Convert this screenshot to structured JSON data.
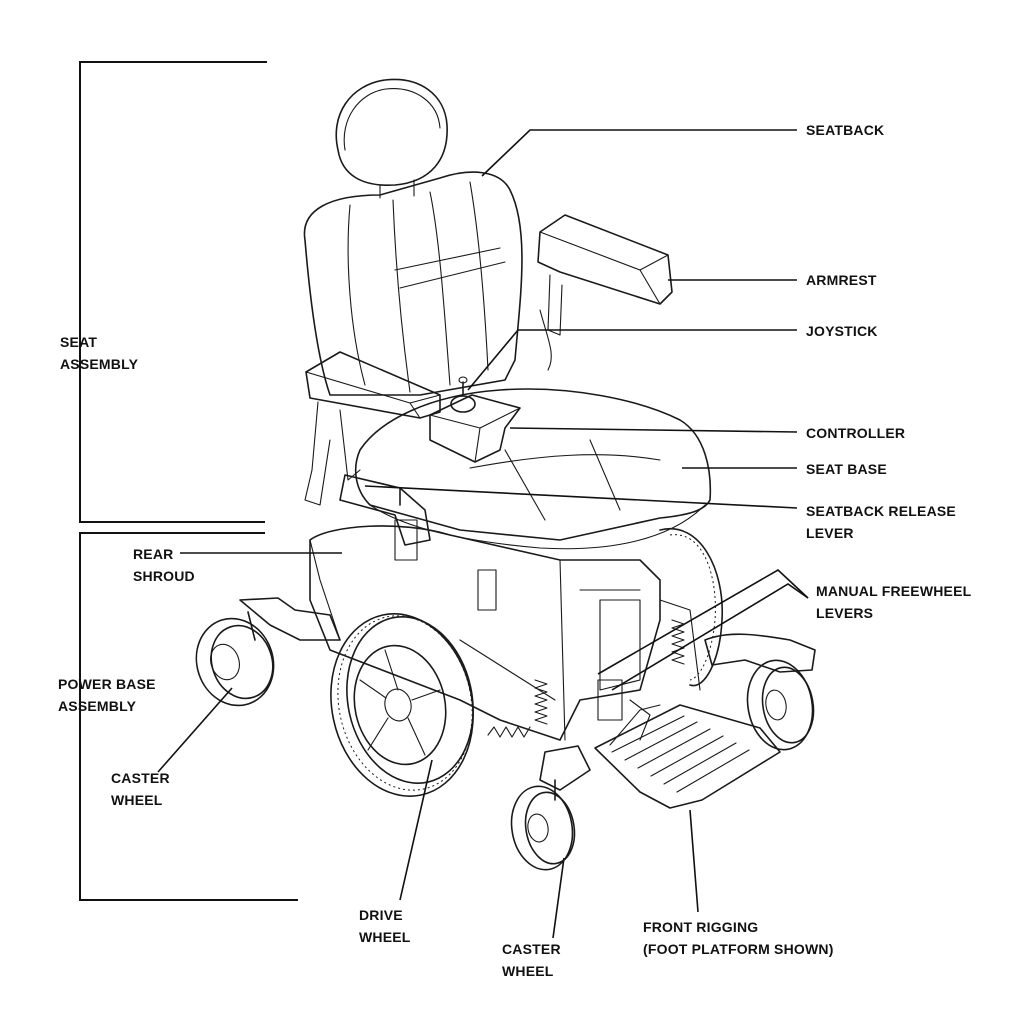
{
  "figure": {
    "groups": {
      "seat_assembly": [
        "SEAT",
        "ASSEMBLY"
      ],
      "power_base_assembly": [
        "POWER BASE",
        "ASSEMBLY"
      ]
    },
    "callouts": {
      "seatback": [
        "SEATBACK"
      ],
      "armrest": [
        "ARMREST"
      ],
      "joystick": [
        "JOYSTICK"
      ],
      "controller": [
        "CONTROLLER"
      ],
      "seat_base": [
        "SEAT BASE"
      ],
      "seatback_release_lever": [
        "SEATBACK RELEASE",
        "LEVER"
      ],
      "manual_freewheel_levers": [
        "MANUAL FREEWHEEL",
        "LEVERS"
      ],
      "rear_shroud": [
        "REAR",
        "SHROUD"
      ],
      "caster_wheel_left": [
        "CASTER",
        "WHEEL"
      ],
      "drive_wheel": [
        "DRIVE",
        "WHEEL"
      ],
      "caster_wheel_front": [
        "CASTER",
        "WHEEL"
      ],
      "front_rigging": [
        "FRONT RIGGING",
        "(FOOT PLATFORM SHOWN)"
      ]
    }
  }
}
